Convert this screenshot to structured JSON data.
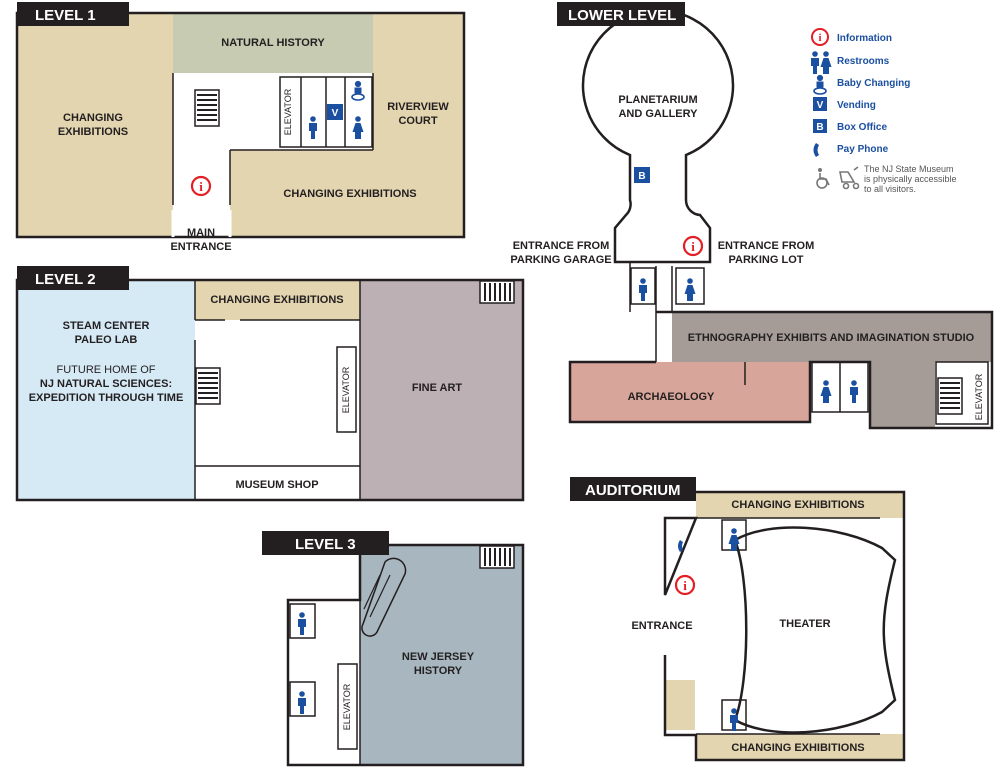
{
  "colors": {
    "tan": "#e3d5b0",
    "green": "#c6cbb2",
    "blue_light": "#d6eaf6",
    "mauve": "#bcb0b4",
    "slate": "#a8b6bf",
    "gray": "#d1d3d4",
    "taupe": "#a59c98",
    "salmon": "#d8a59a",
    "accent_blue": "#1b4fa0",
    "info_red": "#e31e24",
    "header_bg": "#231f20"
  },
  "level1": {
    "header": "LEVEL 1",
    "changing_left_1": "CHANGING",
    "changing_left_2": "EXHIBITIONS",
    "natural_history": "NATURAL HISTORY",
    "riverview_1": "RIVERVIEW",
    "riverview_2": "COURT",
    "changing_bottom": "CHANGING EXHIBITIONS",
    "elevator": "ELEVATOR",
    "main_entrance_1": "MAIN",
    "main_entrance_2": "ENTRANCE"
  },
  "level2": {
    "header": "LEVEL 2",
    "steam_1": "STEAM CENTER",
    "steam_2": "PALEO LAB",
    "future_1": "FUTURE HOME OF",
    "future_2": "NJ NATURAL SCIENCES:",
    "future_3": "EXPEDITION THROUGH TIME",
    "changing": "CHANGING EXHIBITIONS",
    "fine_art": "FINE ART",
    "museum_shop": "MUSEUM SHOP",
    "elevator": "ELEVATOR"
  },
  "level3": {
    "header": "LEVEL 3",
    "nj_history_1": "NEW JERSEY",
    "nj_history_2": "HISTORY",
    "elevator": "ELEVATOR"
  },
  "lower": {
    "header": "LOWER LEVEL",
    "planetarium_1": "PLANETARIUM",
    "planetarium_2": "AND GALLERY",
    "garage_1": "ENTRANCE FROM",
    "garage_2": "PARKING GARAGE",
    "lot_1": "ENTRANCE FROM",
    "lot_2": "PARKING LOT",
    "ethnography": "ETHNOGRAPHY EXHIBITS AND IMAGINATION STUDIO",
    "archaeology": "ARCHAEOLOGY",
    "elevator": "ELEVATOR"
  },
  "auditorium": {
    "header": "AUDITORIUM",
    "changing_top": "CHANGING EXHIBITIONS",
    "changing_bottom": "CHANGING EXHIBITIONS",
    "entrance": "ENTRANCE",
    "theater": "THEATER"
  },
  "legend": {
    "information": "Information",
    "restrooms": "Restrooms",
    "baby_changing": "Baby Changing",
    "vending": "Vending",
    "box_office": "Box Office",
    "pay_phone": "Pay Phone",
    "accessible_1": "The NJ State Museum",
    "accessible_2": "is physically accessible",
    "accessible_3": "to all visitors.",
    "vending_letter": "V",
    "box_office_letter": "B",
    "info_letter": "i"
  }
}
